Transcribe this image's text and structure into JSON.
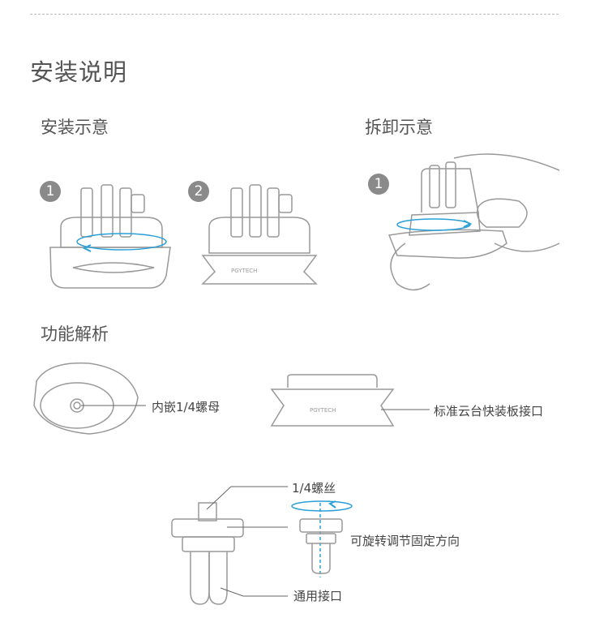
{
  "page": {
    "title": "安装说明",
    "install_heading": "安装示意",
    "remove_heading": "拆卸示意",
    "features_heading": "功能解析"
  },
  "steps": {
    "install": [
      "1",
      "2"
    ],
    "remove": [
      "1"
    ]
  },
  "features": {
    "nut_label": "内嵌1/4螺母",
    "plate_label": "标准云台快装板接口",
    "screw_label": "1/4螺丝",
    "rotate_label": "可旋转调节固定方向",
    "mount_label": "通用接口"
  },
  "logo_text": "PGYTECH",
  "colors": {
    "accent_arrow": "#2a9fd8",
    "outline": "#888888",
    "text": "#555555"
  }
}
